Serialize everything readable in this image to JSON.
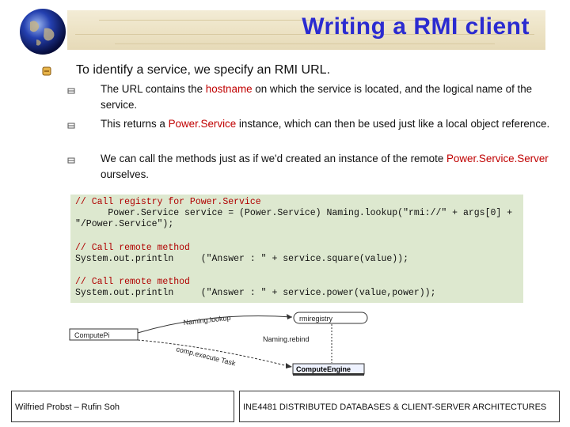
{
  "slide": {
    "title": "Writing a RMI client",
    "main_bullet": "To identify a service, we specify an RMI URL.",
    "sub_bullets": [
      {
        "pre": "The URL contains the ",
        "hl": "hostname",
        "post": " on which the service is located, and the logical name of the service."
      },
      {
        "pre": "This returns a ",
        "hl": "Power.Service",
        "post": " instance, which can then be used just like a local object reference."
      },
      {
        "pre": "We can call the methods just as if we'd created an instance of the remote ",
        "hl": "Power.Service.Server",
        "post": " ourselves."
      }
    ]
  },
  "code": {
    "lines": [
      {
        "comment": "// Call registry for Power.Service"
      },
      {
        "text": "      Power.Service service = (Power.Service) Naming.lookup(\"rmi://\" + args[0] +"
      },
      {
        "text": "\"/Power.Service\");"
      },
      {
        "text": ""
      },
      {
        "comment": "// Call remote method"
      },
      {
        "text": "System.out.println     (\"Answer : \" + service.square(value));"
      },
      {
        "text": ""
      },
      {
        "comment": "// Call remote method"
      },
      {
        "text": "System.out.println     (\"Answer : \" + service.power(value,power));"
      }
    ]
  },
  "diagram": {
    "compute_pi": "ComputePi",
    "rmiregistry": "rmiregistry",
    "compute_engine": "ComputeEngine",
    "naming_lookup": "Naming.lookup",
    "naming_rebind": "Naming.rebind",
    "execute_task": "comp.execute Task"
  },
  "footer": {
    "authors": "Wilfried Probst – Rufin Soh",
    "course": "INE4481 DISTRIBUTED DATABASES & CLIENT-SERVER ARCHITECTURES"
  },
  "colors": {
    "title": "#2b2bd0",
    "highlight": "#c00000",
    "code_bg": "#dde8cf"
  }
}
